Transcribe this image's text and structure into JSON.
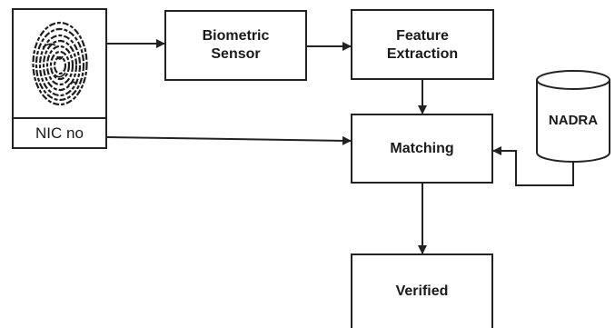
{
  "diagram": {
    "nic_label": "NIC no",
    "sensor_label": "Biometric Sensor",
    "extraction_label": "Feature Extraction",
    "matching_label": "Matching",
    "database_label": "NADRA",
    "verified_label": "Verified",
    "fingerprint_icon": "fingerprint-icon",
    "database_icon": "database-cylinder-icon",
    "colors": {
      "stroke": "#222222",
      "text": "#1a1a1a",
      "background": "#ffffff"
    }
  }
}
